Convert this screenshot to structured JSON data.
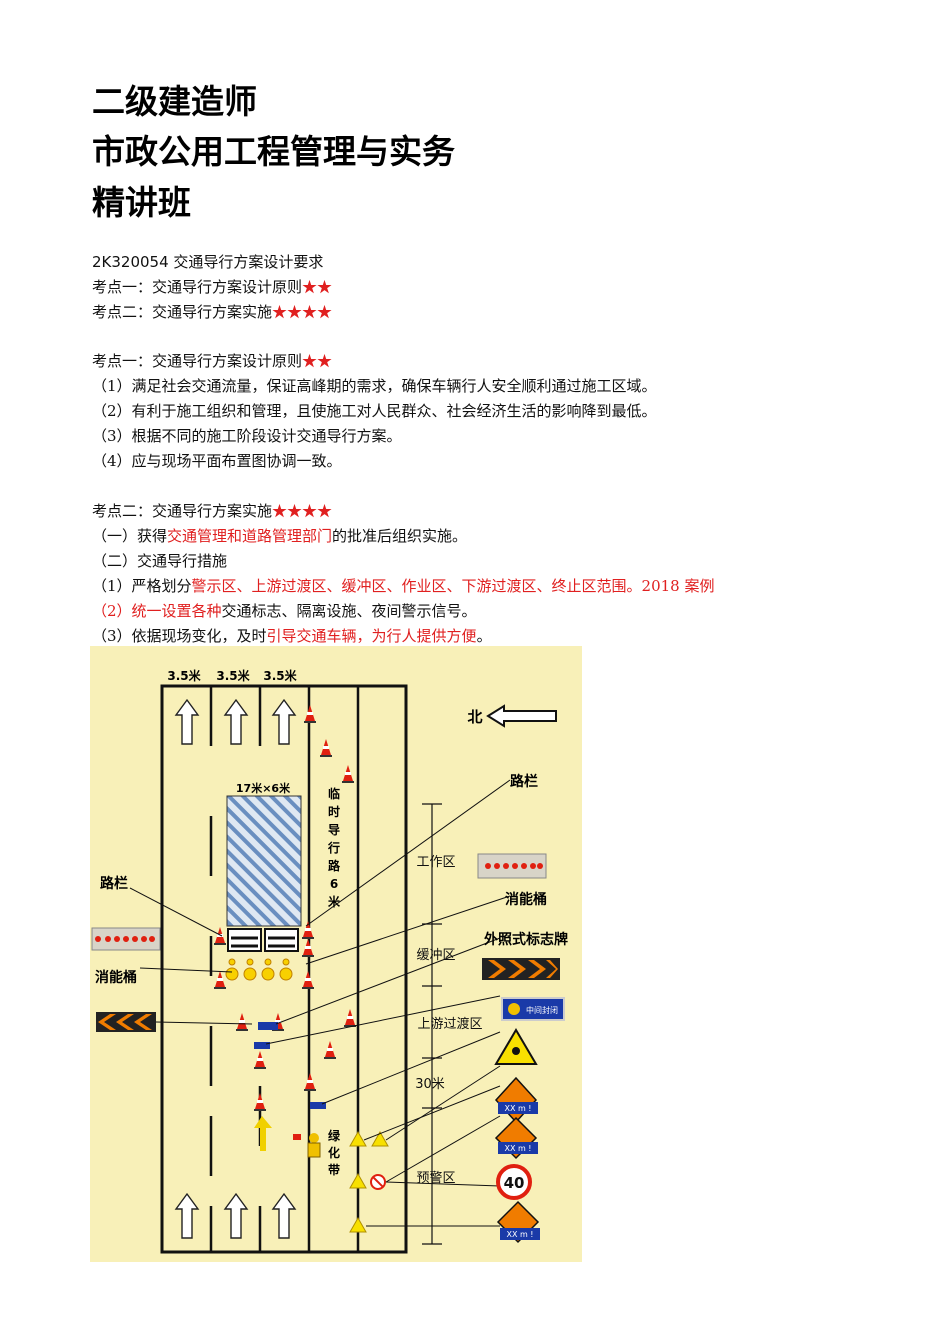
{
  "header": {
    "title_line1": "二级建造师",
    "title_line2": "市政公用工程管理与实务",
    "title_line3": "精讲班"
  },
  "section": {
    "code_heading": "2K320054 交通导行方案设计要求",
    "point1_label": "考点一：交通导行方案设计原则",
    "point1_stars": "★★",
    "point2_label": "考点二：交通导行方案实施",
    "point2_stars": "★★★★"
  },
  "principles": {
    "heading": "考点一：交通导行方案设计原则",
    "stars": "★★",
    "items": [
      "（1）满足社会交通流量，保证高峰期的需求，确保车辆行人安全顺利通过施工区域。",
      "（2）有利于施工组织和管理，且使施工对人民群众、社会经济生活的影响降到最低。",
      "（3）根据不同的施工阶段设计交通导行方案。",
      "（4）应与现场平面布置图协调一致。"
    ]
  },
  "implementation": {
    "heading": "考点二：交通导行方案实施",
    "stars": "★★★★",
    "item1_pre": "（一）获得",
    "item1_red": "交通管理和道路管理部门",
    "item1_post": "的批准后组织实施。",
    "item2": "（二）交通导行措施",
    "m1_pre": "（1）严格划分",
    "m1_red": "警示区、上游过渡区、缓冲区、作业区、下游过渡区、终止区范围。2018 案例",
    "m2_red": "（2）统一设置各种",
    "m2_post": "交通标志、隔离设施、夜间警示信号。",
    "m3_pre": "（3）依据现场变化，及时",
    "m3_red": "引导交通车辆，为行人提供方便",
    "m3_post": "。"
  },
  "diagram": {
    "lane_width_1": "3.5米",
    "lane_width_2": "3.5米",
    "lane_width_3": "3.5米",
    "north": "北",
    "work_area_size": "17米×6米",
    "temp_road": [
      "临",
      "时",
      "导",
      "行",
      "路",
      "6",
      "米"
    ],
    "barrier_right": "路栏",
    "barrier_left": "路栏",
    "work_zone": "工作区",
    "energy_bucket_right": "消能桶",
    "energy_bucket_left": "消能桶",
    "external_sign": "外照式标志牌",
    "buffer_zone": "缓冲区",
    "upstream_transition": "上游过渡区",
    "distance_30": "30米",
    "warning_zone": "预警区",
    "green_belt": [
      "绿",
      "化",
      "带"
    ],
    "closure_sign": "中间封闭",
    "speed_limit": "40",
    "plate_text": "XX m !",
    "colors": {
      "background": "#f8f0b8",
      "cone": "#e02010",
      "hatch": "#6a8fc0",
      "chevron": "#f07c00",
      "triangle": "#f8e000",
      "blue_sign": "#1a3aa8"
    }
  }
}
